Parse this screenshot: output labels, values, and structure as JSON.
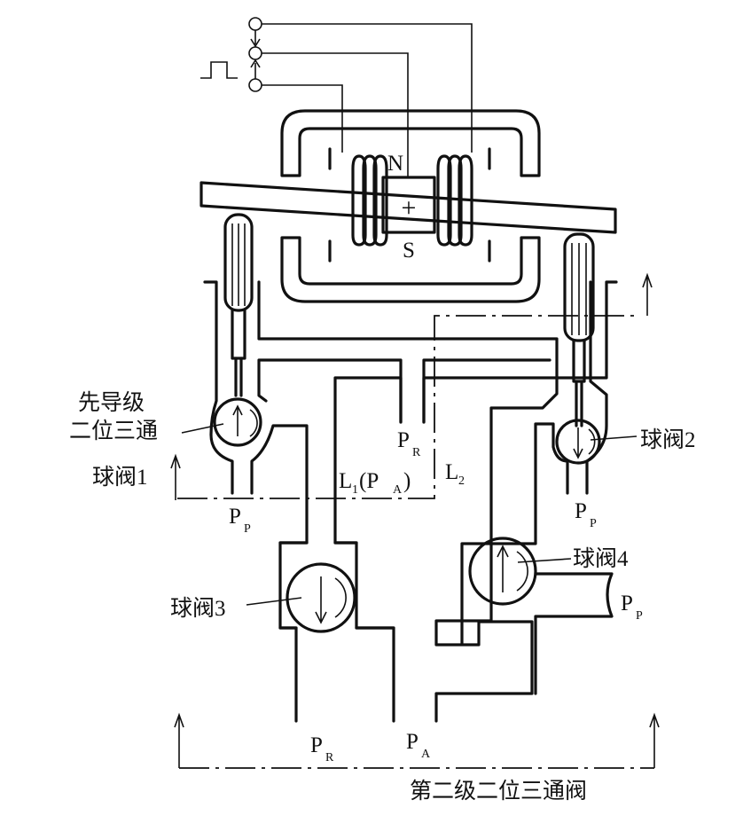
{
  "labels": {
    "pilot_stage": [
      "先导级",
      "二位三通"
    ],
    "ball_valve_1": "球阀1",
    "ball_valve_2": "球阀2",
    "ball_valve_3": "球阀3",
    "ball_valve_4": "球阀4",
    "second_stage": "第二级二位三通阀",
    "north": "N",
    "south": "S",
    "plus": "+",
    "l1": "L",
    "l1_sub": "1",
    "l1_pa": "(P",
    "l1_pa_sub": "A",
    "l1_close": ")",
    "l2": "L",
    "l2_sub": "2",
    "p": "P",
    "sub_r": "R",
    "sub_a": "A",
    "sub_p": "P"
  }
}
